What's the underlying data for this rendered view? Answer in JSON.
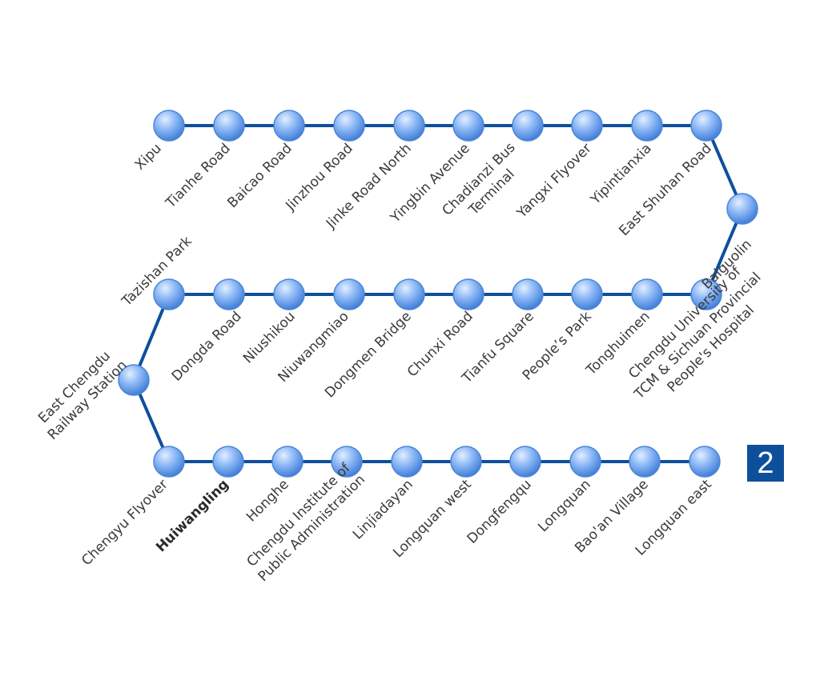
{
  "line": {
    "number": "2",
    "colors": {
      "track": "#0e4f9c",
      "station_fill_light": "#dbe9ff",
      "station_fill_mid": "#7fb0f5",
      "station_fill_dark": "#2f6fd0",
      "station_stroke": "#4a86d8",
      "badge_bg": "#0e4f9c",
      "badge_text": "#ffffff",
      "label_text": "#3a3a3a"
    }
  },
  "stations": [
    {
      "id": "xipu",
      "lines": [
        "Xipu"
      ]
    },
    {
      "id": "tianhe-road",
      "lines": [
        "Tianhe Road"
      ]
    },
    {
      "id": "baicao-road",
      "lines": [
        "Baicao Road"
      ]
    },
    {
      "id": "jinzhou-road",
      "lines": [
        "Jinzhou Road"
      ]
    },
    {
      "id": "jinke-road-north",
      "lines": [
        "Jinke Road North"
      ]
    },
    {
      "id": "yingbin-avenue",
      "lines": [
        "Yingbin Avenue"
      ]
    },
    {
      "id": "chadianzi-bus-terminal",
      "lines": [
        "Chadianzi Bus",
        "Terminal"
      ]
    },
    {
      "id": "yangxi-flyover",
      "lines": [
        "Yangxi Flyover"
      ]
    },
    {
      "id": "yipintianxia",
      "lines": [
        "Yipintianxia"
      ]
    },
    {
      "id": "east-shuhan-road",
      "lines": [
        "East Shuhan Road"
      ]
    },
    {
      "id": "baiguolin",
      "lines": [
        "Baiguolin"
      ]
    },
    {
      "id": "chengdu-tcm",
      "lines": [
        "Chengdu University of",
        "TCM & Sichuan Provincial",
        "People's Hospital"
      ]
    },
    {
      "id": "tonghuimen",
      "lines": [
        "Tonghuimen"
      ]
    },
    {
      "id": "peoples-park",
      "lines": [
        "People’s Park"
      ]
    },
    {
      "id": "tianfu-square",
      "lines": [
        "Tianfu Square"
      ]
    },
    {
      "id": "chunxi-road",
      "lines": [
        "Chunxi Road"
      ]
    },
    {
      "id": "dongmen-bridge",
      "lines": [
        "Dongmen Bridge"
      ]
    },
    {
      "id": "niuwangmiao",
      "lines": [
        "Niuwangmiao"
      ]
    },
    {
      "id": "niushikou",
      "lines": [
        "Niushikou"
      ]
    },
    {
      "id": "dongda-road",
      "lines": [
        "Dongda Road"
      ]
    },
    {
      "id": "tazishan-park",
      "lines": [
        "Tazishan Park"
      ]
    },
    {
      "id": "east-chengdu-railway-station",
      "lines": [
        "East Chengdu",
        "Railway Station"
      ]
    },
    {
      "id": "chengyu-flyover",
      "lines": [
        "Chengyu Flyover"
      ]
    },
    {
      "id": "huiwangling",
      "lines": [
        "Huiwangling"
      ]
    },
    {
      "id": "honghe",
      "lines": [
        "Honghe"
      ]
    },
    {
      "id": "chengdu-institute-public-administration",
      "lines": [
        "Chengdu Institute of",
        "Public Administration"
      ]
    },
    {
      "id": "linjiadayan",
      "lines": [
        "Linjiadayan"
      ]
    },
    {
      "id": "longquan-west",
      "lines": [
        "Longquan west"
      ]
    },
    {
      "id": "dongfengqu",
      "lines": [
        "Dongfengqu"
      ]
    },
    {
      "id": "longquan",
      "lines": [
        "Longquan"
      ]
    },
    {
      "id": "baoan-village",
      "lines": [
        "Bao'an Village"
      ]
    },
    {
      "id": "longquan-east",
      "lines": [
        "Longquan east"
      ]
    }
  ]
}
